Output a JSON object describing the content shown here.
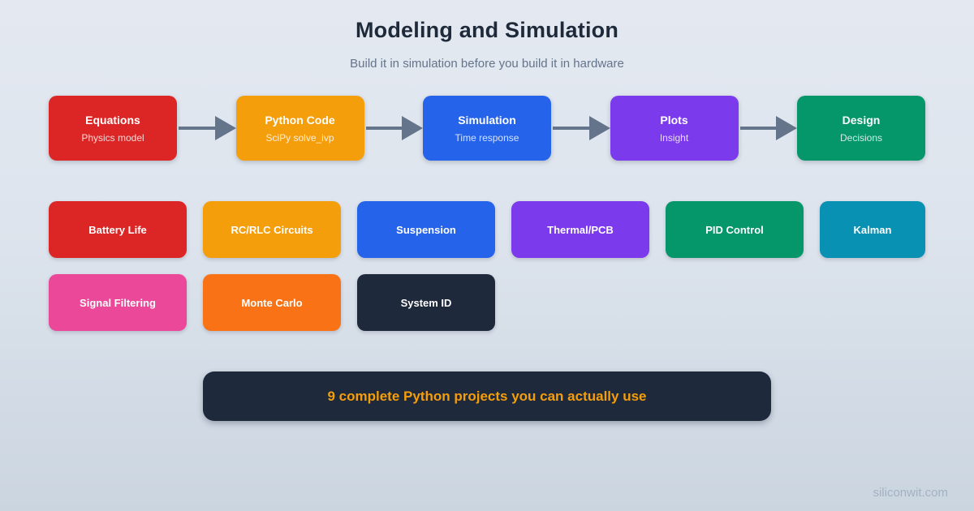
{
  "header": {
    "title": "Modeling and Simulation",
    "subtitle": "Build it in simulation before you build it in hardware"
  },
  "flow": {
    "steps": [
      {
        "label": "Equations",
        "sublabel": "Physics model",
        "color": "#dc2626"
      },
      {
        "label": "Python Code",
        "sublabel": "SciPy solve_ivp",
        "color": "#f59e0b"
      },
      {
        "label": "Simulation",
        "sublabel": "Time response",
        "color": "#2563eb"
      },
      {
        "label": "Plots",
        "sublabel": "Insight",
        "color": "#7c3aed"
      },
      {
        "label": "Design",
        "sublabel": "Decisions",
        "color": "#059669"
      }
    ]
  },
  "topics": [
    {
      "label": "Battery Life",
      "color": "#dc2626"
    },
    {
      "label": "RC/RLC Circuits",
      "color": "#f59e0b"
    },
    {
      "label": "Suspension",
      "color": "#2563eb"
    },
    {
      "label": "Thermal/PCB",
      "color": "#7c3aed"
    },
    {
      "label": "PID Control",
      "color": "#059669"
    },
    {
      "label": "Kalman",
      "color": "#0891b2"
    },
    {
      "label": "Signal Filtering",
      "color": "#ec4899"
    },
    {
      "label": "Monte Carlo",
      "color": "#f97316"
    },
    {
      "label": "System ID",
      "color": "#1e293b"
    }
  ],
  "banner": {
    "text": "9 complete Python projects you can actually use",
    "background": "#1e293b",
    "text_color": "#f59e0b"
  },
  "footer": {
    "text": "siliconwit.com"
  },
  "theme": {
    "arrow_color": "#64748b"
  }
}
